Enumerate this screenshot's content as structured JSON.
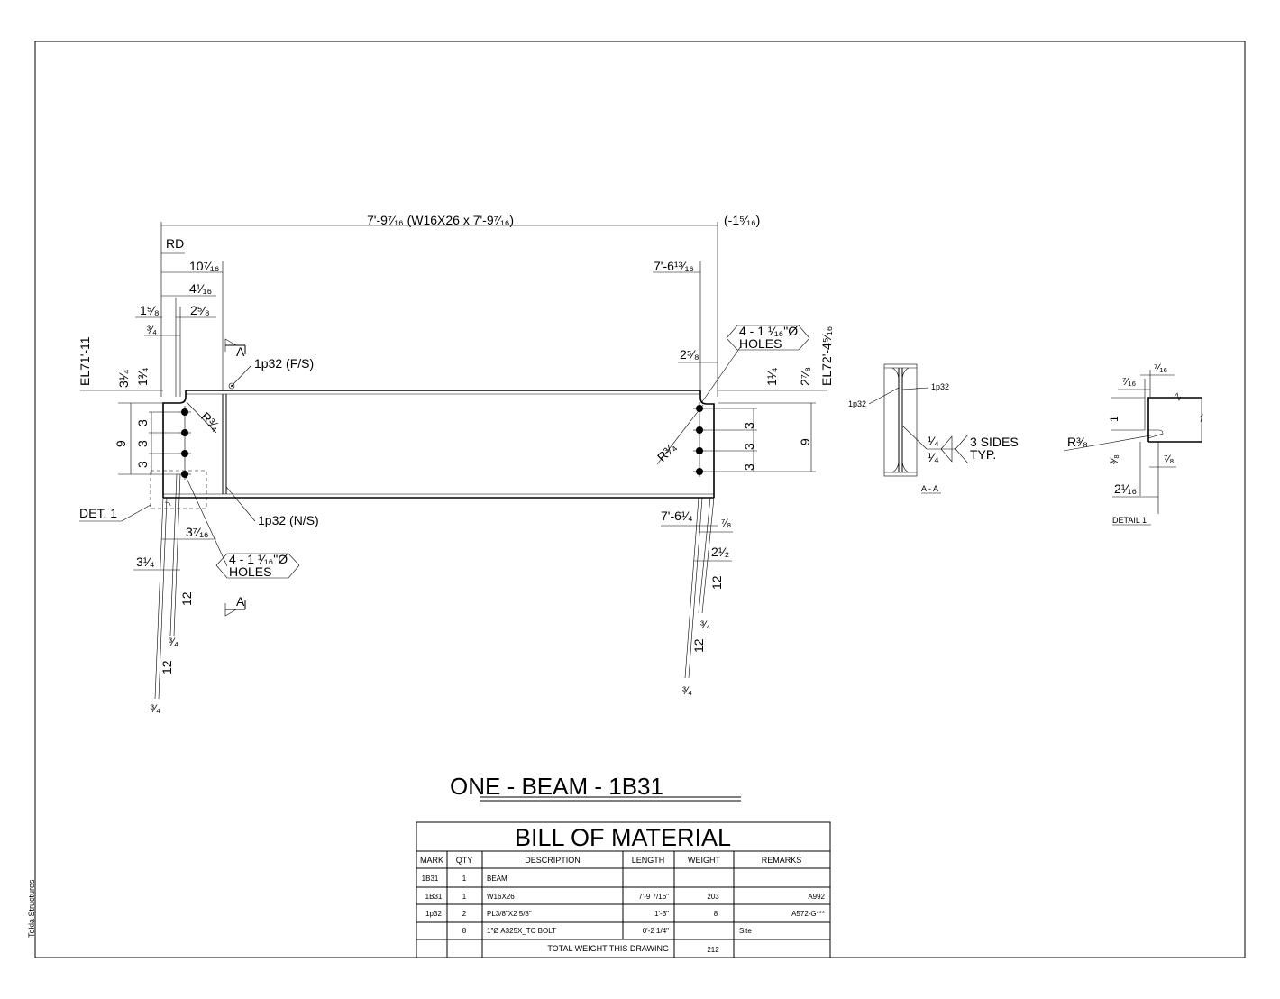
{
  "vendor_label": "Tekla Structures",
  "drawing_title": "ONE - BEAM - 1B31",
  "main_view": {
    "overall_dim": "7'-9⁷⁄₁₆ (W16X26 x 7'-9⁷⁄₁₆)",
    "end_dim": "(-1⁵⁄₁₆)",
    "rd": "RD",
    "dims_left": {
      "d1": "10⁷⁄₁₆",
      "d2": "4¹⁄₁₆",
      "d3": "1⁵⁄₈",
      "d4": "2⁵⁄₈",
      "d5": "³⁄₄",
      "d6": "3¹⁄₄",
      "d7": "1³⁄₄",
      "d8": "3",
      "d9": "3",
      "d10": "3",
      "d11": "9",
      "d12": "3⁷⁄₁₆",
      "d13": "3¹⁄₄",
      "d14": "12",
      "d15": "³⁄₄",
      "d16": "12",
      "d17": "³⁄₄"
    },
    "dims_right": {
      "d1": "7'-6¹³⁄₁₆",
      "d2": "2⁵⁄₈",
      "d3": "1¹⁄₄",
      "d4": "2⁷⁄₈",
      "d5": "3",
      "d6": "3",
      "d7": "3",
      "d8": "9",
      "d9": "7'-6¹⁄₄",
      "d10": "⁷⁄₈",
      "d11": "2¹⁄₂",
      "d12": "12",
      "d13": "³⁄₄",
      "d14": "12",
      "d15": "³⁄₄"
    },
    "el_left": "EL71'-11",
    "el_right": "EL72'-4⁵⁄₁₆",
    "radius_left": "R³⁄₄",
    "radius_right": "R³⁄₄",
    "holes_left_1": "4 - 1 ¹⁄₁₆\"Ø",
    "holes_left_2": "HOLES",
    "holes_right_1": "4 - 1 ¹⁄₁₆\"Ø",
    "holes_right_2": "HOLES",
    "plate_fs": "1p32 (F/S)",
    "plate_ns": "1p32 (N/S)",
    "section_mark": "A",
    "det_label": "DET. 1"
  },
  "section_aa": {
    "left_label": "1p32",
    "right_label": "1p32",
    "weld_top": "¹⁄₄",
    "weld_bottom": "¹⁄₄",
    "weld_note_1": "3 SIDES",
    "weld_note_2": "TYP.",
    "caption": "A - A"
  },
  "detail_1": {
    "d1": "⁷⁄₁₆",
    "d2": "⁷⁄₁₆",
    "d3": "1",
    "radius": "R³⁄₈",
    "d4": "³⁄₈",
    "d5": "⁷⁄₈",
    "d6": "2¹⁄₁₆",
    "caption": "DETAIL 1"
  },
  "bom": {
    "title": "BILL OF MATERIAL",
    "headers": [
      "MARK",
      "QTY",
      "DESCRIPTION",
      "LENGTH",
      "WEIGHT",
      "REMARKS"
    ],
    "rows": [
      [
        "1B31",
        "1",
        "BEAM",
        "",
        "",
        ""
      ],
      [
        "1B31",
        "1",
        "W16X26",
        "7'-9 7/16\"",
        "203",
        "A992"
      ],
      [
        "1p32",
        "2",
        "PL3/8\"X2 5/8\"",
        "1'-3\"",
        "8",
        "A572-G***"
      ],
      [
        "",
        "8",
        "1\"Ø A325X_TC BOLT",
        "0'-2 1/4\"",
        "",
        "Site"
      ]
    ],
    "total_label": "TOTAL WEIGHT THIS DRAWING",
    "total_value": "212"
  }
}
